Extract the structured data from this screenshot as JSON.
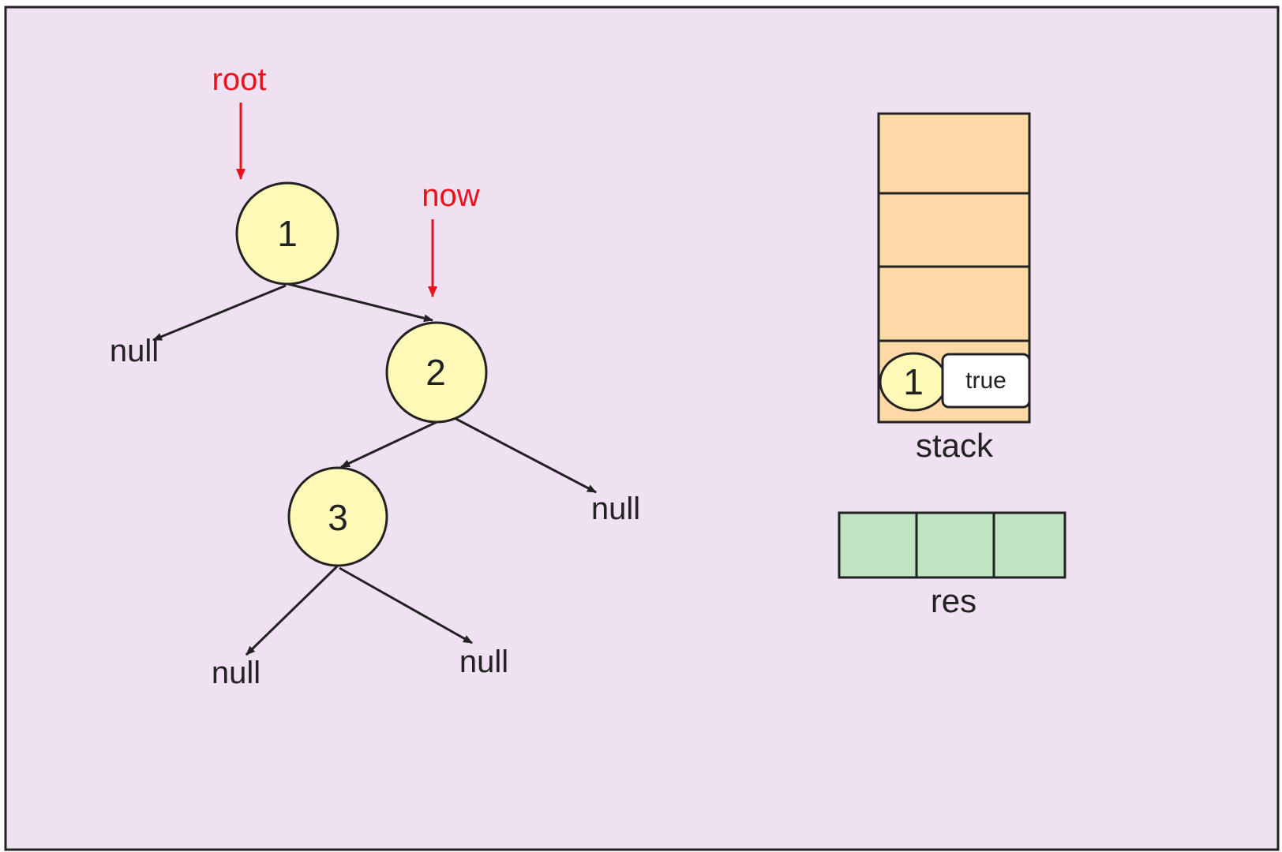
{
  "colors": {
    "background": "#f0e1f2",
    "node_fill": "#fffab8",
    "pointer": "#e8141b",
    "stack_fill": "#fed9a6",
    "res_fill": "#c0e3c1",
    "stroke": "#222222"
  },
  "tree": {
    "nodes": [
      "1",
      "2",
      "3"
    ],
    "null_label": "null"
  },
  "pointers": {
    "root": "root",
    "now": "now"
  },
  "stack": {
    "label": "stack",
    "top_entry": {
      "node": "1",
      "flag": "true"
    }
  },
  "res": {
    "label": "res"
  }
}
